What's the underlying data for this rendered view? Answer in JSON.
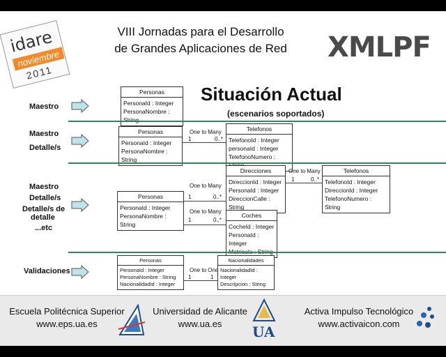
{
  "header": {
    "logo_idare": {
      "line1": "idare",
      "line2": "noviembre",
      "line3": "2011"
    },
    "title_line1": "VIII Jornadas para el Desarrollo",
    "title_line2": "de Grandes Aplicaciones de Red",
    "logo_right": "XMLPF"
  },
  "slide": {
    "title": "Situación Actual",
    "subtitle": "(escenarios soportados)"
  },
  "rows": {
    "maestro": {
      "label": "Maestro"
    },
    "maestro_detalle": {
      "label1": "Maestro",
      "label2": "Detalle/s"
    },
    "maestro_detalles": {
      "label1": "Maestro",
      "label2": "Detalle/s",
      "label3": "Detalle/s de",
      "label4": "detalle",
      "label5": "...etc"
    },
    "validaciones": {
      "label": "Validaciones"
    }
  },
  "uml": {
    "personas": {
      "name": "Personas",
      "attr1": "PersonaId : Integer",
      "attr2": "PersonaNombre : String"
    },
    "telefonos": {
      "name": "Telefonos",
      "attr1": "TelefonoId : Integer",
      "attr2": "personaId : Integer",
      "attr3": "TelefonoNumero : String"
    },
    "rel_one_to_many": {
      "label": "One to Many",
      "one": "1",
      "many": "0..*"
    },
    "direcciones": {
      "name": "Direcciones",
      "attr1": "DireccionId : Integer",
      "attr2": "PersonaId : Integer",
      "attr3": "DireccionCalle : String"
    },
    "telefonos2": {
      "name": "Telefonos",
      "attr1": "TelefonoId : Integer",
      "attr2": "DireccionId : Integer",
      "attr3": "TelefonoNumero : String"
    },
    "coches": {
      "name": "Coches",
      "attr1": "CocheId : Integer",
      "attr2": "PersonaId : Integer",
      "attr3": "Matricula : String"
    },
    "personas_val": {
      "name": "Personas",
      "attr1": "PersonaId : Integer",
      "attr2": "PersonaNombre : String",
      "attr3": "NacionalidadId : Integer"
    },
    "nacionalidades": {
      "name": "Nacionalidades",
      "attr1": "NacionalidadId : Integer",
      "attr2": "Descripcion : String"
    },
    "rel_one_to_one": {
      "label": "One to One",
      "one_a": "1",
      "one_b": "1"
    }
  },
  "footer": {
    "left_name": "Escuela Politécnica Superior",
    "left_url": "www.eps.ua.es",
    "center_name": "Universidad de Alicante",
    "center_url": "www.ua.es",
    "ua_logo": "UA",
    "right_name": "Activa Impulso Tecnológico",
    "right_url": "www.activaicon.com"
  },
  "colors": {
    "separator": "#2e8b57",
    "arrow": "#bfe3ea",
    "idare_accent": "#f08a2a"
  }
}
